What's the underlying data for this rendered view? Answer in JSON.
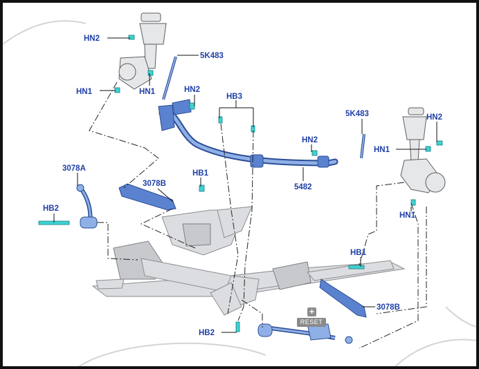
{
  "callouts": {
    "hn2_a": "HN2",
    "hn2_b": "HN2",
    "hn2_c": "HN2",
    "hn2_d": "HN2",
    "hn1_a": "HN1",
    "hn1_b": "HN1",
    "hn1_c": "HN1",
    "hn1_d": "HN1",
    "p5k483_a": "5K483",
    "p5k483_b": "5K483",
    "hb3": "HB3",
    "p5482": "5482",
    "p3078a": "3078A",
    "p3078b_a": "3078B",
    "p3078b_b": "3078B",
    "hb1_a": "HB1",
    "hb1_b": "HB1",
    "hb2_a": "HB2",
    "hb2_b": "HB2"
  },
  "controls": {
    "zoom_in_glyph": "+",
    "reset_label": "RESET"
  },
  "colors": {
    "callout_text": "#1f3fa8",
    "part_blue": "#5b82cf",
    "fastener_cyan": "#3fd2d2",
    "frame_gray": "#dcdde0"
  }
}
